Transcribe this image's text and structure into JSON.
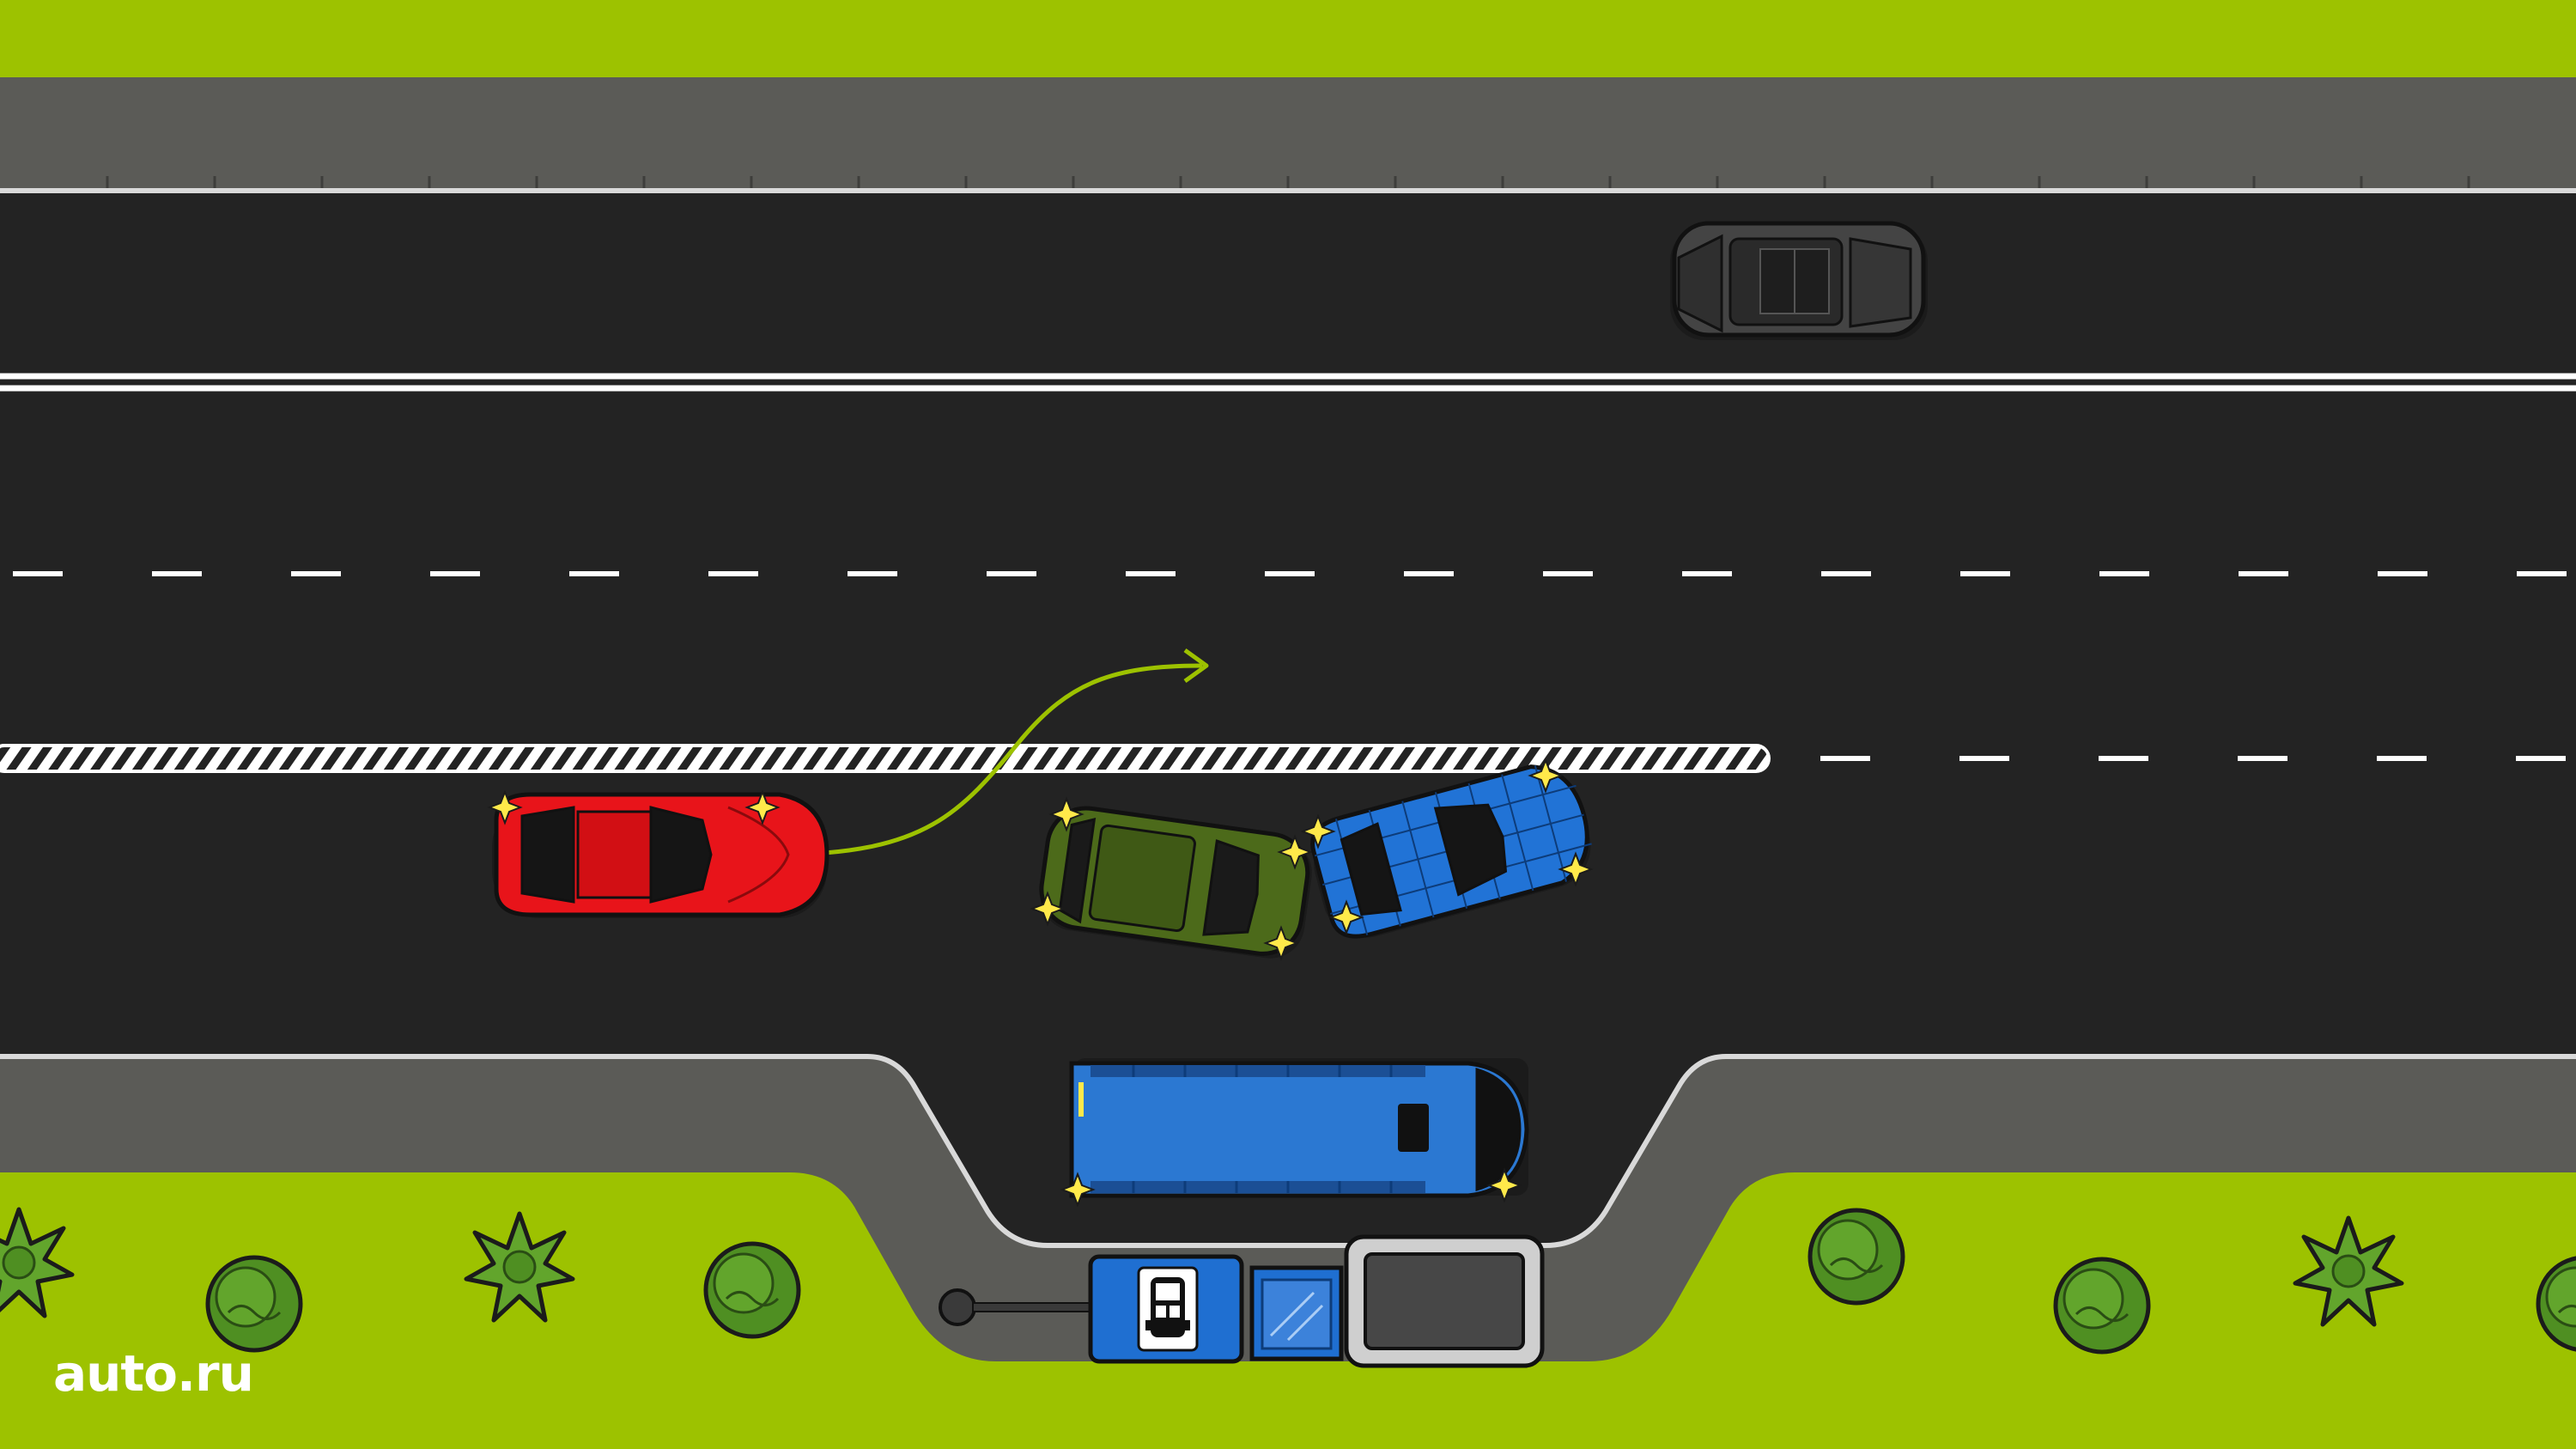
{
  "brand": {
    "logo_text": "auto.ru"
  },
  "scene": {
    "colors": {
      "grass": "#9dc200",
      "sidewalk": "#5b5b57",
      "asphalt": "#232323",
      "marking": "#ffffff",
      "maneuver_arrow": "#9dc200",
      "bus_stop_sign": "#1f6fd1",
      "impact_spark": "#ffe94a"
    },
    "vehicles": [
      {
        "name": "red-sports-car",
        "color": "#e8141a",
        "role": "changing-lane"
      },
      {
        "name": "green-hatchback",
        "color": "#4c6a1a",
        "role": "collided"
      },
      {
        "name": "blue-sports-car",
        "color": "#2173d6",
        "role": "collided"
      },
      {
        "name": "blue-bus",
        "color": "#2b78d2",
        "role": "at-bus-stop"
      },
      {
        "name": "gray-suv",
        "color": "#3f3f3f",
        "role": "oncoming"
      }
    ],
    "icons": [
      "bus-stop-sign-icon",
      "bus-icon",
      "bush-icon",
      "tree-icon"
    ]
  }
}
